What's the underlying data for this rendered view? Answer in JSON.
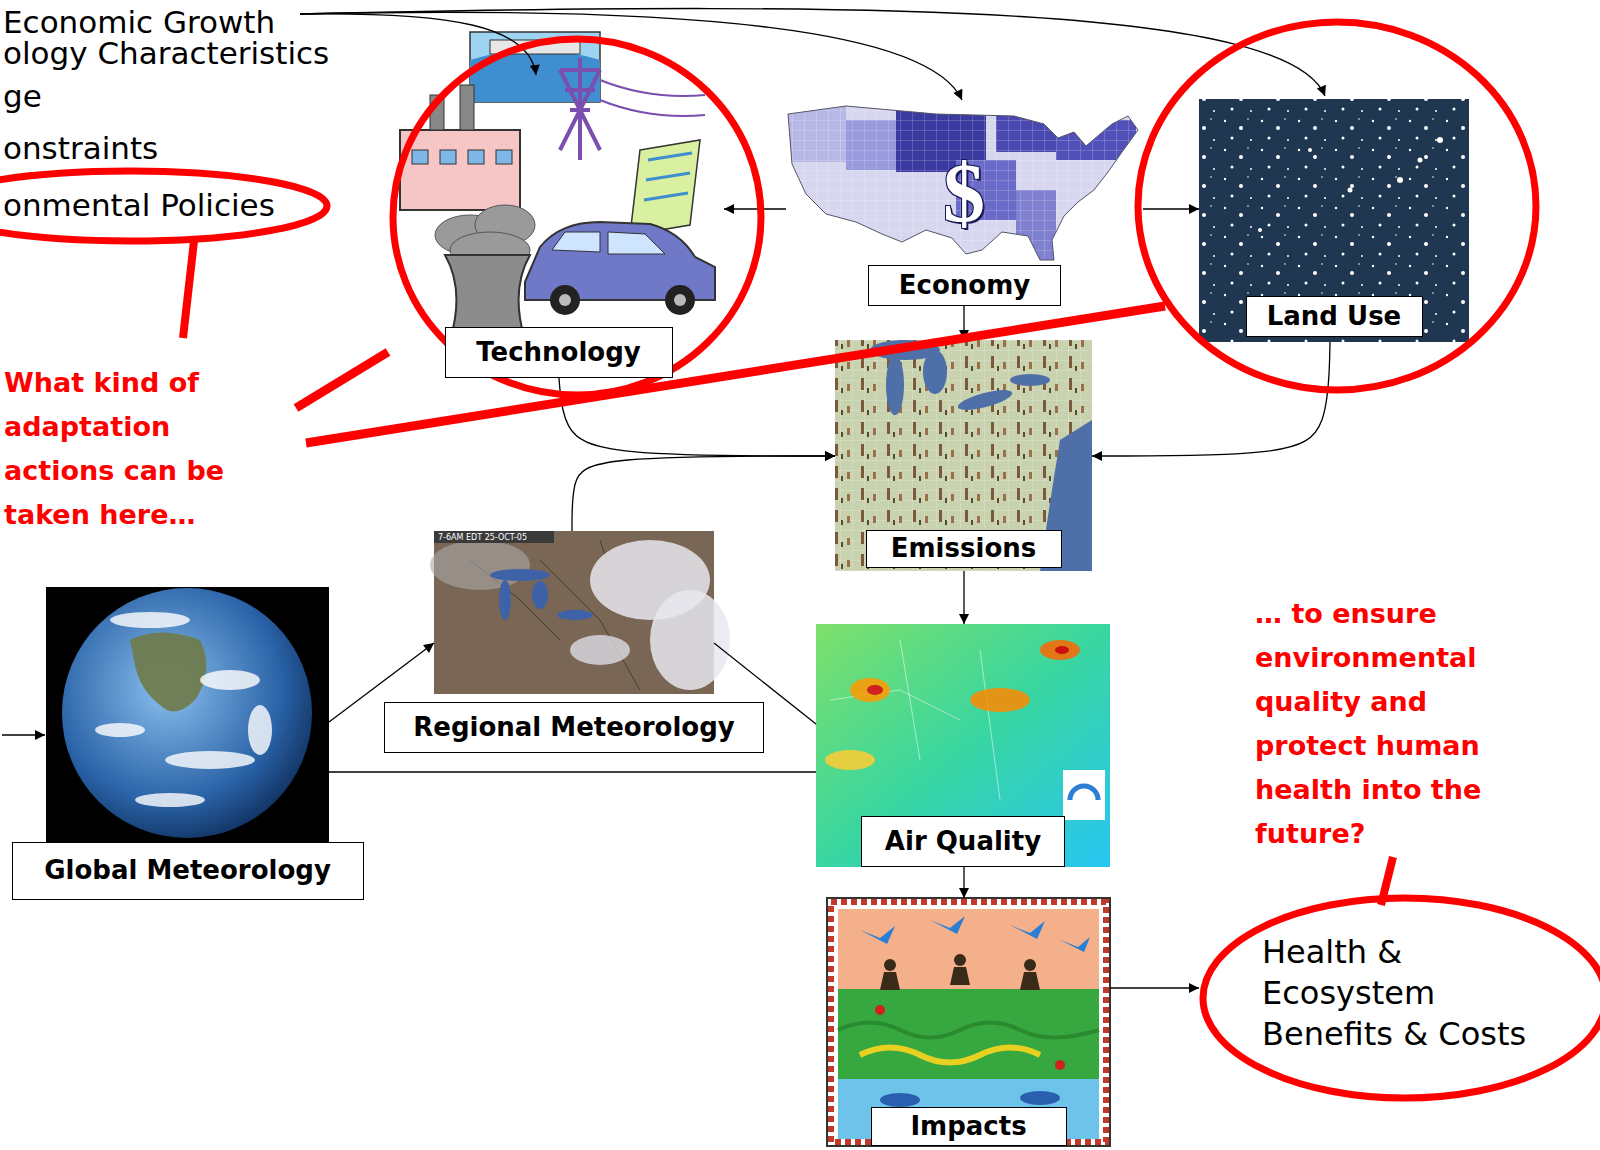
{
  "diagram": {
    "nodes": [
      {
        "text": [
          "Technology"
        ]
      },
      {
        "text": [
          "Economy"
        ]
      },
      {
        "text": [
          "Land Use"
        ]
      },
      {
        "text": [
          "Emissions"
        ]
      },
      {
        "text": [
          "Regional Meteorology"
        ]
      },
      {
        "text": [
          "Air Quality"
        ]
      },
      {
        "text": [
          "Global Meteorology"
        ]
      },
      {
        "text": [
          "Impacts"
        ]
      },
      {
        "text": [
          "Health & Ecosystem Benefits & Costs"
        ]
      }
    ],
    "edges": [
      {
        "from": 1,
        "to": 0,
        "arrow": "to"
      },
      {
        "from": 1,
        "to": 2,
        "arrow": "to"
      },
      {
        "from": 1,
        "to": 3,
        "arrow": "to"
      },
      {
        "from": 0,
        "to": 3,
        "arrow": "to"
      },
      {
        "from": 2,
        "to": 3,
        "arrow": "to"
      },
      {
        "from": 4,
        "to": 3,
        "arrow": "to"
      },
      {
        "from": 3,
        "to": 5,
        "arrow": "to"
      },
      {
        "from": 6,
        "to": 4,
        "arrow": "to"
      },
      {
        "from": 6,
        "to": 5,
        "arrow": "none"
      },
      {
        "from": 4,
        "to": 5,
        "arrow": "none"
      },
      {
        "from": 5,
        "to": 7,
        "arrow": "to"
      },
      {
        "from": 7,
        "to": 8,
        "arrow": "to"
      }
    ],
    "labels": [
      "Economic Growth",
      "ology Characteristics",
      "ge",
      "onstraints",
      "onmental Policies",
      "$",
      "What kind of adaptation actions can be taken here…",
      "7-6AM EDT 25-OCT-05",
      "… to ensure environmental quality and protect human health into the future?"
    ]
  }
}
